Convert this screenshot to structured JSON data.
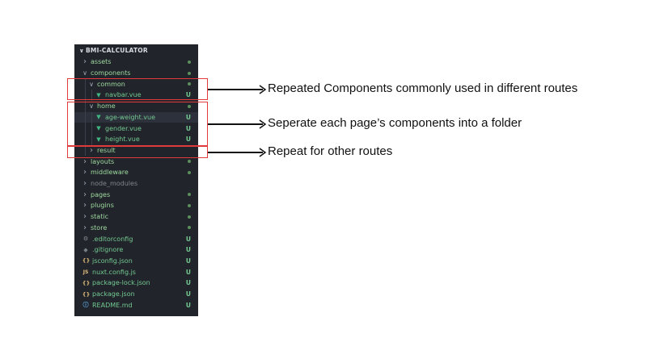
{
  "explorer": {
    "title": "BMI-CALCULATOR",
    "items": [
      {
        "label": "assets",
        "type": "folder",
        "expanded": false,
        "depth": 0,
        "status": "dot"
      },
      {
        "label": "components",
        "type": "folder",
        "expanded": true,
        "depth": 0,
        "status": "dot"
      },
      {
        "label": "common",
        "type": "folder",
        "expanded": true,
        "depth": 1,
        "status": "dot"
      },
      {
        "label": "navbar.vue",
        "type": "vue",
        "depth": 2,
        "status": "U"
      },
      {
        "label": "home",
        "type": "folder",
        "expanded": true,
        "depth": 1,
        "status": "dot"
      },
      {
        "label": "age-weight.vue",
        "type": "vue",
        "depth": 2,
        "status": "U",
        "selected": true
      },
      {
        "label": "gender.vue",
        "type": "vue",
        "depth": 2,
        "status": "U"
      },
      {
        "label": "height.vue",
        "type": "vue",
        "depth": 2,
        "status": "U"
      },
      {
        "label": "result",
        "type": "folder",
        "expanded": false,
        "depth": 1,
        "status": ""
      },
      {
        "label": "layouts",
        "type": "folder",
        "expanded": false,
        "depth": 0,
        "status": "dot"
      },
      {
        "label": "middleware",
        "type": "folder",
        "expanded": false,
        "depth": 0,
        "status": "dot"
      },
      {
        "label": "node_modules",
        "type": "folder",
        "expanded": false,
        "depth": 0,
        "status": "",
        "dim": true
      },
      {
        "label": "pages",
        "type": "folder",
        "expanded": false,
        "depth": 0,
        "status": "dot"
      },
      {
        "label": "plugins",
        "type": "folder",
        "expanded": false,
        "depth": 0,
        "status": "dot"
      },
      {
        "label": "static",
        "type": "folder",
        "expanded": false,
        "depth": 0,
        "status": "dot"
      },
      {
        "label": "store",
        "type": "folder",
        "expanded": false,
        "depth": 0,
        "status": "dot"
      },
      {
        "label": ".editorconfig",
        "type": "gear",
        "depth": 0,
        "status": "U"
      },
      {
        "label": ".gitignore",
        "type": "git",
        "depth": 0,
        "status": "U"
      },
      {
        "label": "jsconfig.json",
        "type": "json",
        "depth": 0,
        "status": "U"
      },
      {
        "label": "nuxt.config.js",
        "type": "js",
        "depth": 0,
        "status": "U"
      },
      {
        "label": "package-lock.json",
        "type": "json",
        "depth": 0,
        "status": "U"
      },
      {
        "label": "package.json",
        "type": "json",
        "depth": 0,
        "status": "U"
      },
      {
        "label": "README.md",
        "type": "info",
        "depth": 0,
        "status": "U"
      }
    ]
  },
  "icons": {
    "folder_collapsed": "chevron-right-icon",
    "folder_expanded": "chevron-down-icon",
    "vue": "vue-file-icon",
    "gear": "gear-icon",
    "git": "git-diamond-icon",
    "json": "json-braces-icon",
    "js": "js-file-icon",
    "info": "info-circle-icon"
  },
  "icon_glyphs": {
    "vue": "▼",
    "gear": "⚙",
    "git": "◆",
    "json": "{ }",
    "js": "JS",
    "info": "ⓘ"
  },
  "annotations": [
    {
      "text": "Repeated Components commonly used in different routes"
    },
    {
      "text": "Seperate each page’s components into a folder"
    },
    {
      "text": "Repeat for other routes"
    }
  ],
  "colors": {
    "sidebar_bg": "#21252b",
    "selected_bg": "#2c313c",
    "untracked_text": "#73c991",
    "folder_text": "#9fd89f",
    "dim_text": "#7f848e",
    "untracked_badge": "#73c991",
    "vue_icon": "#41b883",
    "json_icon": "#e5c07b",
    "js_icon": "#e5c07b",
    "info_icon": "#61afef",
    "gear_icon": "#8a9199",
    "git_icon": "#7a8088",
    "highlight_box": "#e03a3a",
    "arrow": "#111111"
  }
}
